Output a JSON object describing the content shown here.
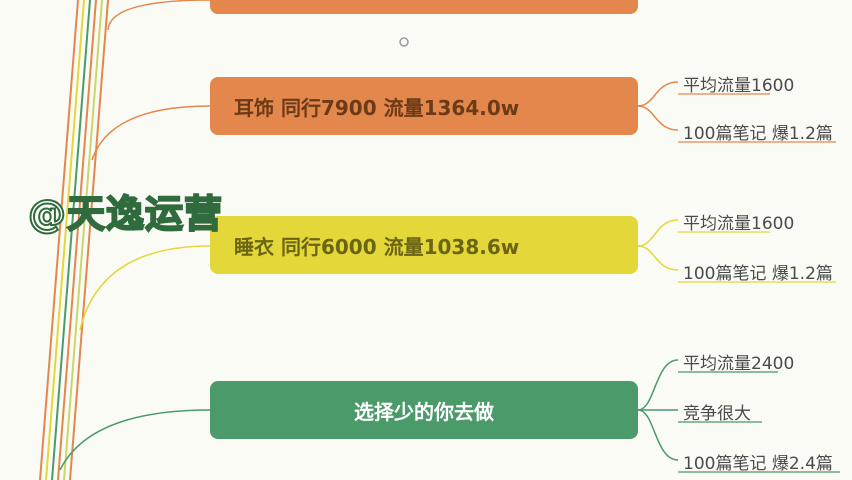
{
  "nodes": [
    {
      "text": "",
      "color": "#e3874c"
    },
    {
      "text": "耳饰 同行7900 流量1364.0w",
      "color": "#e3874c"
    },
    {
      "text": "睡衣 同行6000 流量1038.6w",
      "color": "#e3d73a"
    },
    {
      "text": "选择少的你去做",
      "color": "#4a9a6a"
    }
  ],
  "leaves": {
    "earrings": [
      "平均流量1600",
      "100篇笔记 爆1.2篇"
    ],
    "pajamas": [
      "平均流量1600",
      "100篇笔记 爆1.2篇"
    ],
    "choose": [
      "平均流量2400",
      "竞争很大",
      "100篇笔记 爆2.4篇"
    ]
  },
  "watermark": "@天逸运营"
}
